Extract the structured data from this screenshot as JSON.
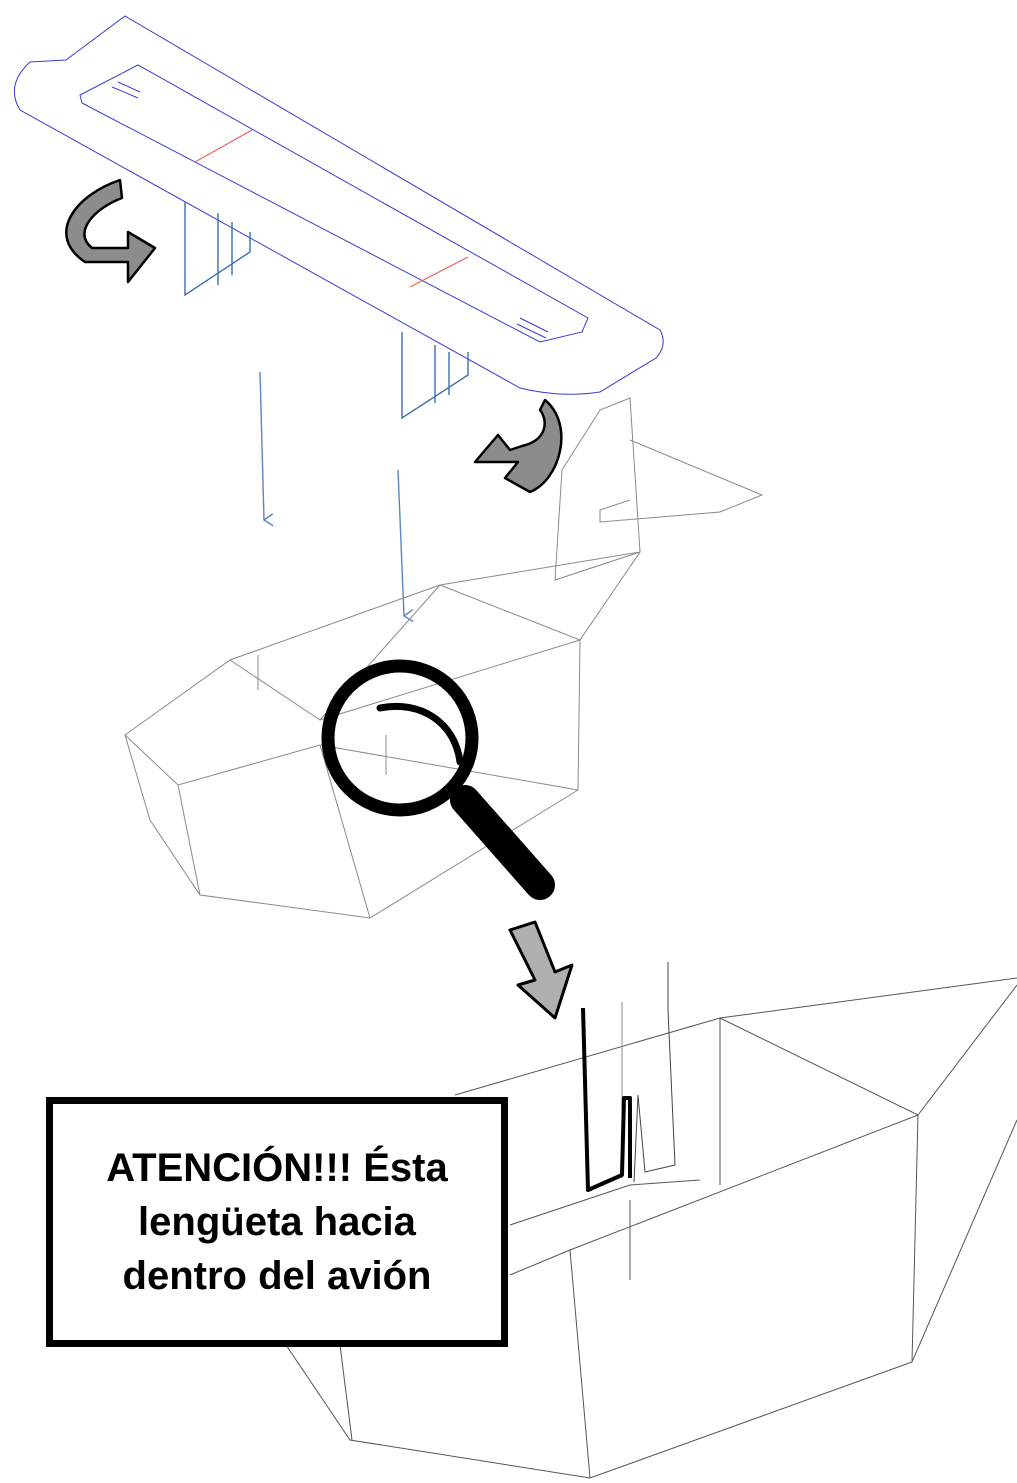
{
  "notice": {
    "line1": "ATENCIÓN!!! Ésta",
    "line2": "lengüeta hacia",
    "line3": "dentro del avión"
  },
  "colors": {
    "part_outline": "#3b3bd6",
    "fold_line": "#f06060",
    "tab_outline": "#3b6fb0",
    "direction_arrow": "#5b86c0",
    "model_line": "#8a8a8a",
    "rotate_arrow_fill": "#8c8c8c",
    "zoom_arrow_fill": "#b0b0b0",
    "magnifier": "#000000"
  },
  "icons": [
    "rotate-arrow-icon",
    "rotate-arrow-icon",
    "down-arrow-icon",
    "down-arrow-icon",
    "magnifier-icon",
    "zoom-arrow-icon"
  ]
}
